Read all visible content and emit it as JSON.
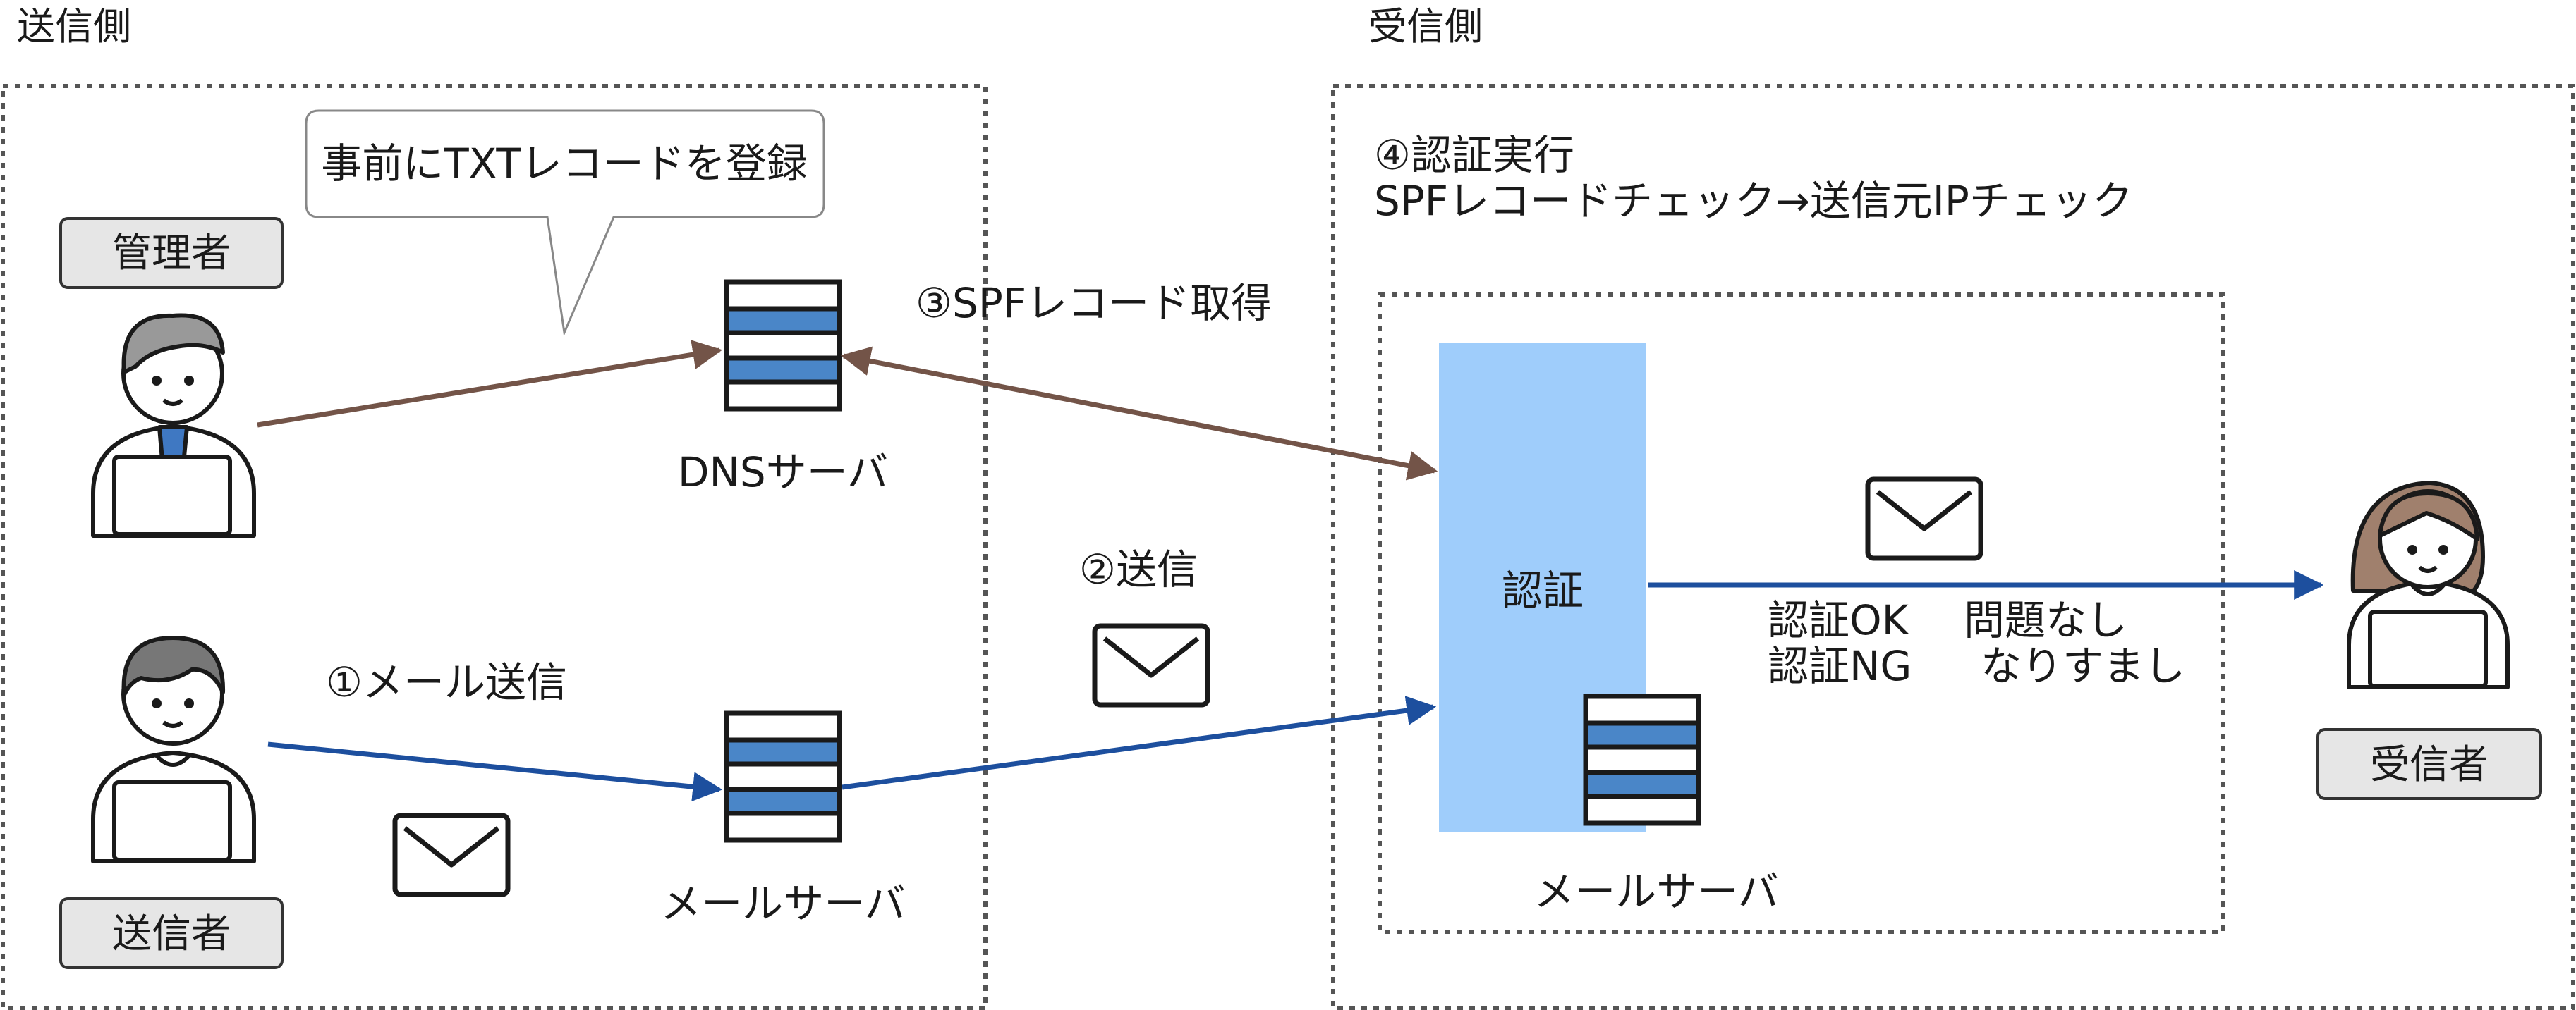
{
  "sender_side": {
    "title": "送信側",
    "callout": "事前にTXTレコードを登録",
    "admin_label": "管理者",
    "sender_label": "送信者",
    "dns_server_label": "DNSサーバ",
    "mail_server_label": "メールサーバ",
    "step1_label": "①メール送信"
  },
  "middle": {
    "step2_label": "②送信",
    "step3_label": "③SPFレコード取得"
  },
  "receiver_side": {
    "title": "受信側",
    "step4_title": "④認証実行",
    "step4_detail": "SPFレコードチェック→送信元IPチェック",
    "auth_label": "認証",
    "mail_server_label": "メールサーバ",
    "result_ok": "認証OK",
    "result_ok_meaning": "問題なし",
    "result_ng": "認証NG",
    "result_ng_meaning": "なりすまし",
    "recipient_label": "受信者"
  },
  "colors": {
    "blue_arrow": "#1d4f9e",
    "brown_arrow": "#735448",
    "auth_box": "#9fcdfb",
    "server_stripe": "#4a86c8",
    "label_box_fill": "#e6e6e6",
    "dotted_border": "#555555"
  }
}
